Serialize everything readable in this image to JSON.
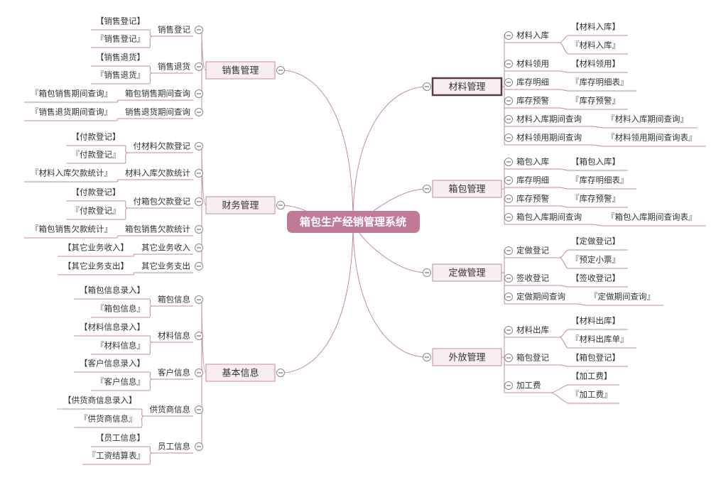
{
  "root": "箱包生产经销管理系统",
  "left": [
    {
      "label": "销售管理",
      "children": [
        {
          "label": "销售登记",
          "children": [
            "【销售登记】",
            "『销售登记』"
          ]
        },
        {
          "label": "销售退货",
          "children": [
            "【销售退货】",
            "『销售退货』"
          ]
        },
        {
          "label": "箱包销售期间查询",
          "children": [
            "『箱包销售期间查询』"
          ]
        },
        {
          "label": "销售退货期间查询",
          "children": [
            "『销售退货期间查询』"
          ]
        }
      ]
    },
    {
      "label": "财务管理",
      "children": [
        {
          "label": "付材料欠款登记",
          "children": [
            "【付款登记】",
            "『付款登记』"
          ]
        },
        {
          "label": "材料入库欠款统计",
          "children": [
            "『材料入库欠款统计』"
          ]
        },
        {
          "label": "付箱包欠款登记",
          "children": [
            "【付款登记】",
            "『付款登记』"
          ]
        },
        {
          "label": "箱包销售欠款统计",
          "children": [
            "『箱包销售欠款统计』"
          ]
        },
        {
          "label": "其它业务收入",
          "children": [
            "【其它业务收入】"
          ]
        },
        {
          "label": "其它业务支出",
          "children": [
            "【其它业务支出】"
          ]
        }
      ]
    },
    {
      "label": "基本信息",
      "children": [
        {
          "label": "箱包信息",
          "children": [
            "【箱包信息录入】",
            "『箱包信息』"
          ]
        },
        {
          "label": "材料信息",
          "children": [
            "【材料信息录入】",
            "『材料信息』"
          ]
        },
        {
          "label": "客户信息",
          "children": [
            "【客户信息录入】",
            "『客户信息』"
          ]
        },
        {
          "label": "供货商信息",
          "children": [
            "【供货商信息录入】",
            "『供货商信息』"
          ]
        },
        {
          "label": "员工信息",
          "children": [
            "【员工信息】",
            "『工资结算表』"
          ]
        }
      ]
    }
  ],
  "right": [
    {
      "label": "材料管理",
      "children": [
        {
          "label": "材料入库",
          "children": [
            "【材料入库】",
            "『材料入库』"
          ]
        },
        {
          "label": "材料领用",
          "children": [
            "【材料领用】"
          ]
        },
        {
          "label": "库存明细",
          "children": [
            "『库存明细表』"
          ]
        },
        {
          "label": "库存预警",
          "children": [
            "『库存预警』"
          ]
        },
        {
          "label": "材料入库期间查询",
          "children": [
            "『材料入库期间查询』"
          ]
        },
        {
          "label": "材料领用期间查询",
          "children": [
            "『材料领用期间查询表』"
          ]
        }
      ]
    },
    {
      "label": "箱包管理",
      "children": [
        {
          "label": "箱包入库",
          "children": [
            "【箱包入库】"
          ]
        },
        {
          "label": "库存明细",
          "children": [
            "『库存明细表』"
          ]
        },
        {
          "label": "库存预警",
          "children": [
            "『库存预警』"
          ]
        },
        {
          "label": "箱包入库期间查询",
          "children": [
            "『箱包入库期间查询表』"
          ]
        }
      ]
    },
    {
      "label": "定做管理",
      "children": [
        {
          "label": "定做登记",
          "children": [
            "【定做登记】",
            "『预定小票』"
          ]
        },
        {
          "label": "签收登记",
          "children": [
            "【签收登记】"
          ]
        },
        {
          "label": "定做期间查询",
          "children": [
            "『定做期间查询』"
          ]
        }
      ]
    },
    {
      "label": "外放管理",
      "children": [
        {
          "label": "材料出库",
          "children": [
            "【材料出库】",
            "『材料出库单』"
          ]
        },
        {
          "label": "箱包登记",
          "children": [
            "【箱包登记】"
          ]
        },
        {
          "label": "加工费",
          "children": [
            "【加工费】",
            "『加工费』"
          ]
        }
      ]
    }
  ],
  "colors": {
    "branch_line": "#c48aa0",
    "root_fill": "#c07a98",
    "node_fill": "#f8eef2",
    "node_border": "#c48aa0",
    "selected_border": "#5a3a48"
  }
}
